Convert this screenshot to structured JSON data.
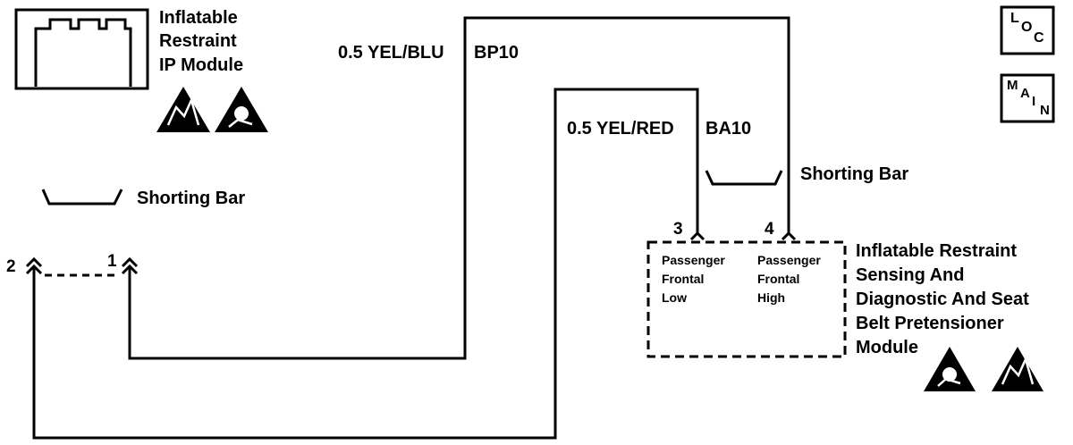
{
  "ip_module": {
    "name_lines": [
      "Inflatable",
      "Restraint",
      "IP Module"
    ]
  },
  "sdm_module": {
    "name_lines": [
      "Inflatable Restraint",
      "Sensing And",
      "Diagnostic And Seat",
      "Belt Pretensioner",
      "Module"
    ]
  },
  "wires": {
    "yel_blu": {
      "spec": "0.5 YEL/BLU",
      "circuit": "BP10"
    },
    "yel_red": {
      "spec": "0.5 YEL/RED",
      "circuit": "BA10"
    }
  },
  "shorting_bars": {
    "ip_label": "Shorting Bar",
    "sdm_label": "Shorting Bar"
  },
  "pins": {
    "ip_pin_2": "2",
    "ip_pin_1": "1",
    "sdm_pin_3": "3",
    "sdm_pin_4": "4"
  },
  "sdm_terminals": {
    "pin3_lines": [
      "Passenger",
      "Frontal",
      "Low"
    ],
    "pin4_lines": [
      "Passenger",
      "Frontal",
      "High"
    ]
  },
  "nav_icons": {
    "loc": {
      "letters": [
        "L",
        "O",
        "C"
      ]
    },
    "main": {
      "letters": [
        "M",
        "A",
        "I",
        "N"
      ]
    }
  },
  "icons": [
    "esd-warning-icon",
    "airbag-caution-icon"
  ]
}
